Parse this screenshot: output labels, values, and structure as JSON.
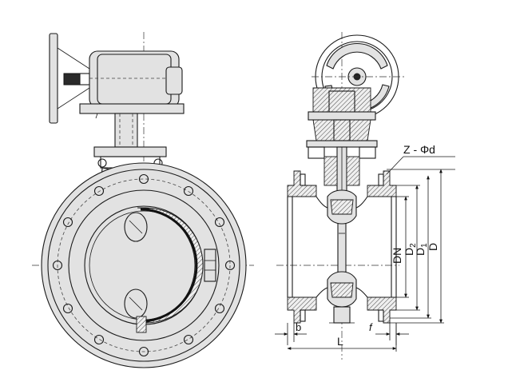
{
  "labels": {
    "bolt_spec": "Z - Φd",
    "dn": "DN",
    "d2": "D",
    "d2_sub": "2",
    "d1": "D",
    "d1_sub": "1",
    "d_outer": "D",
    "b": "b",
    "f": "f",
    "l": "L"
  }
}
